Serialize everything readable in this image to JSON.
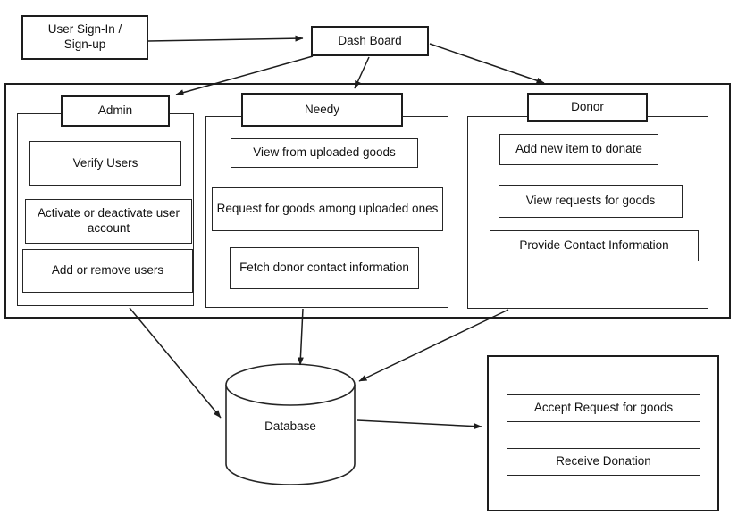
{
  "colors": {
    "line": "#1d1d1d",
    "box_border": "#262626",
    "box_background": "#ffffff",
    "page_background": "#ffffff",
    "text": "#111111"
  },
  "nodes": {
    "signin": {
      "line1": "User Sign-In /",
      "line2": "Sign-up"
    },
    "dashboard": {
      "label": "Dash Board"
    },
    "database": {
      "label": "Database"
    }
  },
  "sections": [
    {
      "title": "Admin",
      "items": [
        "Verify Users",
        "Activate or deactivate user account",
        "Add or remove users"
      ]
    },
    {
      "title": "Needy",
      "items": [
        "View from uploaded goods",
        "Request for goods among uploaded ones",
        "Fetch donor contact information"
      ]
    },
    {
      "title": "Donor",
      "items": [
        "Add new item to donate",
        "View requests for goods",
        "Provide Contact Information"
      ]
    }
  ],
  "donor_actions": [
    "Accept Request for goods",
    "Receive Donation"
  ]
}
